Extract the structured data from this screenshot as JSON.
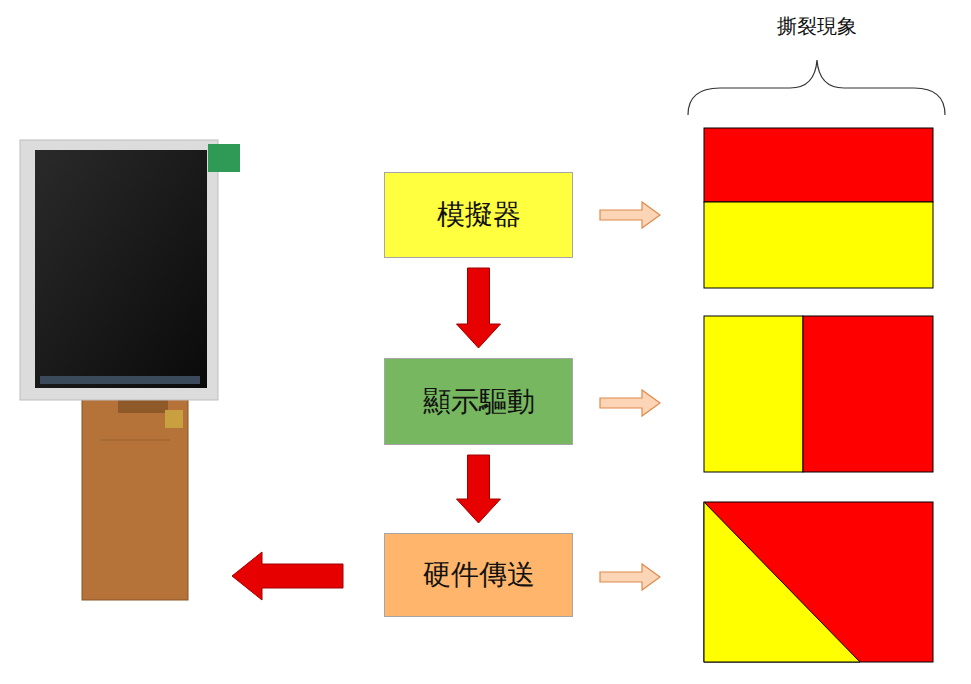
{
  "diagram": {
    "nodes": [
      {
        "text": [
          "模擬器"
        ]
      },
      {
        "text": [
          "顯示驅動"
        ]
      },
      {
        "text": [
          "硬件傳送"
        ]
      }
    ],
    "edges": [
      {
        "from": 0,
        "to": 1,
        "arrow": "to"
      },
      {
        "from": 1,
        "to": 2,
        "arrow": "to"
      }
    ],
    "labels": [
      "撕裂現象"
    ]
  }
}
